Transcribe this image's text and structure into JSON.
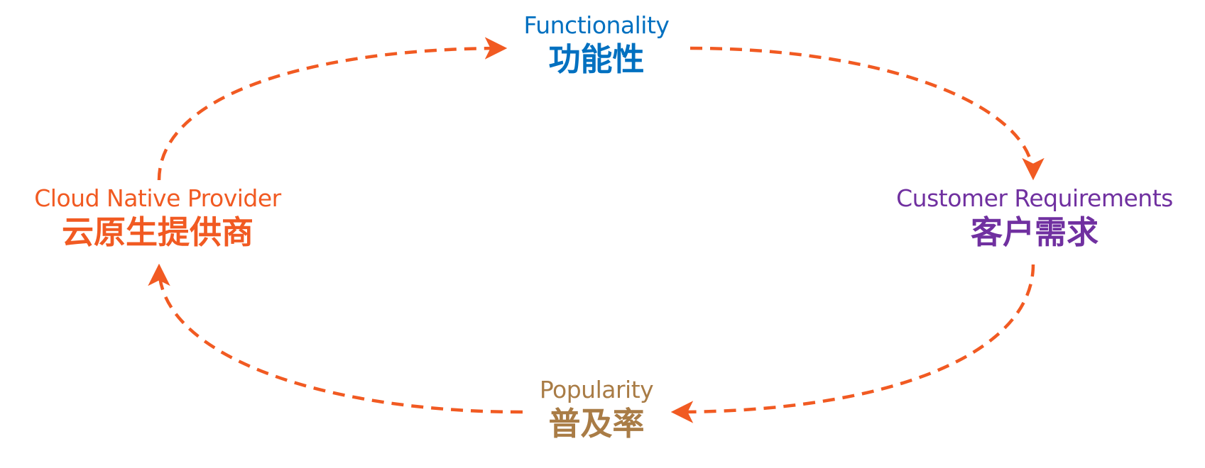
{
  "nodes": {
    "functionality": {
      "en": "Functionality",
      "zh": "功能性",
      "color": "#0070C0"
    },
    "customer": {
      "en": "Customer Requirements",
      "zh": "客户需求",
      "color": "#7030A0"
    },
    "popularity": {
      "en": "Popularity",
      "zh": "普及率",
      "color": "#A97C46"
    },
    "provider": {
      "en": "Cloud Native Provider",
      "zh": "云原生提供商",
      "color": "#F15A22"
    }
  },
  "arrow_color": "#F15A22"
}
